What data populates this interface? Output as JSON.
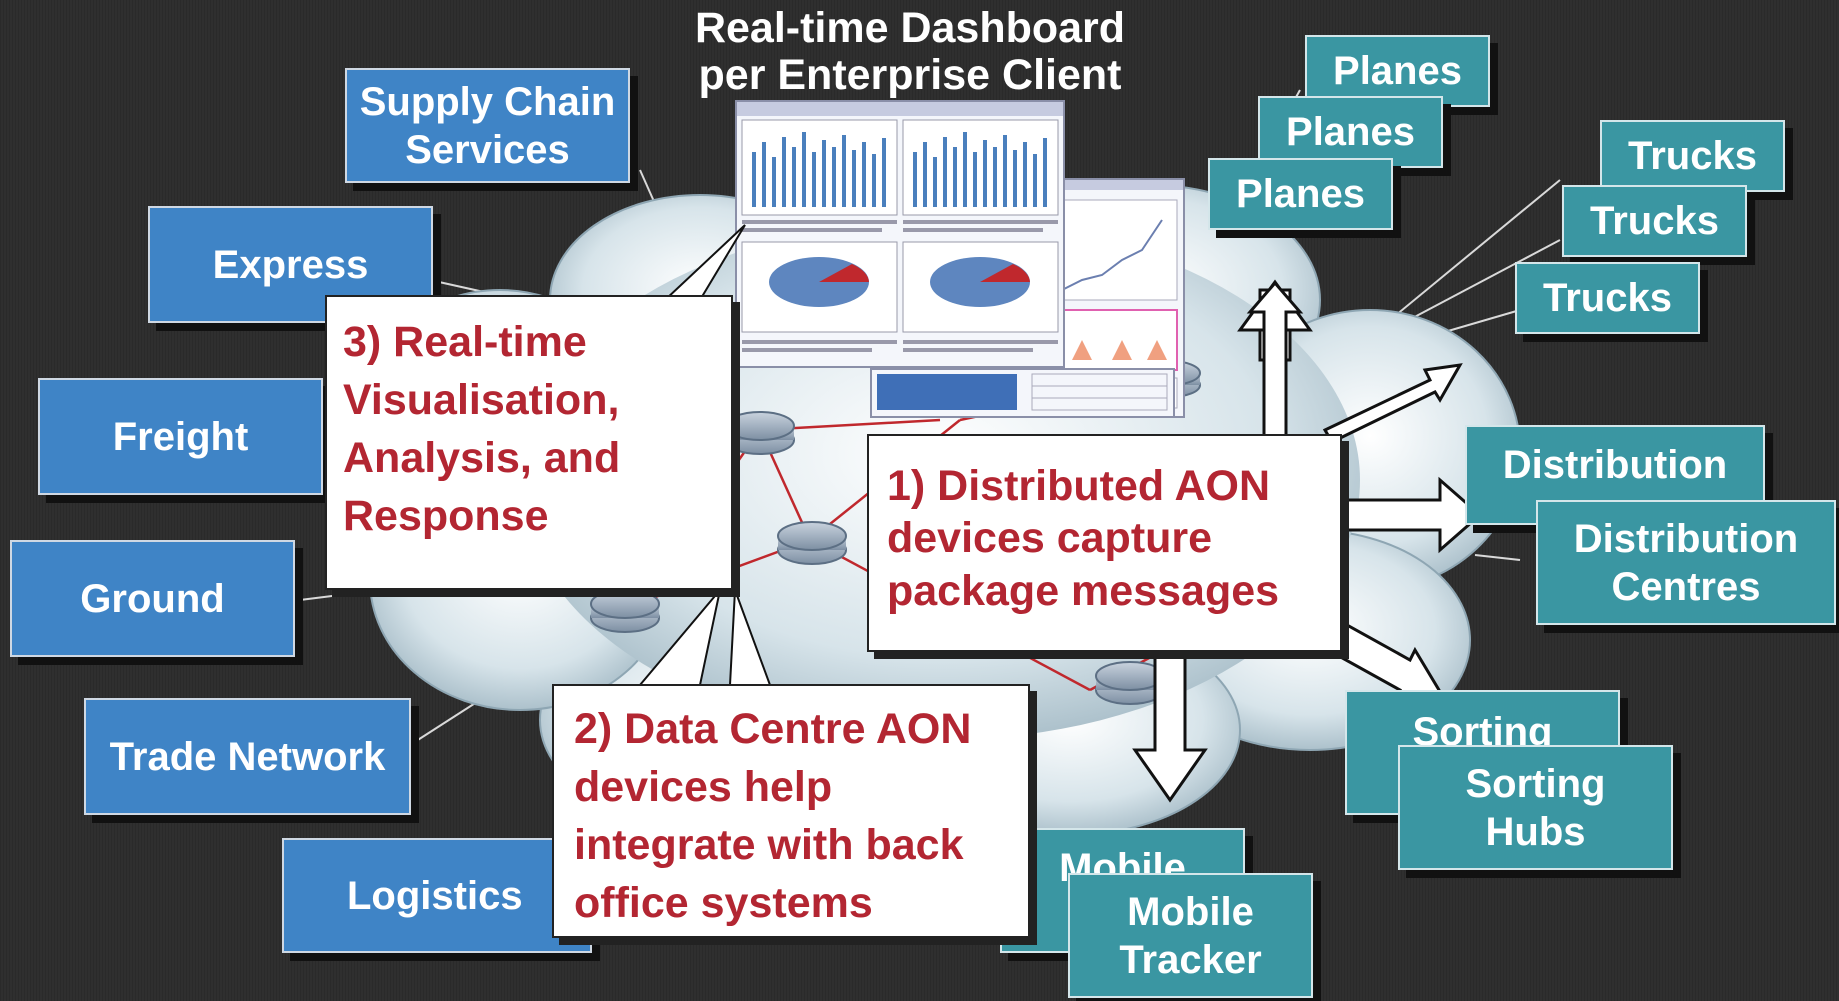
{
  "title": {
    "line1": "Real-time Dashboard",
    "line2": "per Enterprise Client"
  },
  "left_boxes": [
    "Supply Chain Services",
    "Express",
    "Freight",
    "Ground",
    "Trade Network",
    "Logistics"
  ],
  "right_boxes": {
    "planes": [
      "Planes",
      "Planes",
      "Planes"
    ],
    "trucks": [
      "Trucks",
      "Trucks",
      "Trucks"
    ],
    "distribution": [
      "Distribution",
      "Distribution Centres"
    ],
    "sorting": [
      "Sorting",
      "Sorting Hubs"
    ],
    "mobile": [
      "Mobile",
      "Mobile Tracker"
    ]
  },
  "callouts": {
    "visualisation": "3) Real-time Visualisation, Analysis, and Response",
    "distributed": "1) Distributed AON devices capture package messages",
    "datacentre": "2) Data Centre AON devices help integrate with back office systems"
  },
  "colors": {
    "blue": "#3f84c6",
    "teal": "#3a96a2",
    "callout_text": "#b32632"
  }
}
